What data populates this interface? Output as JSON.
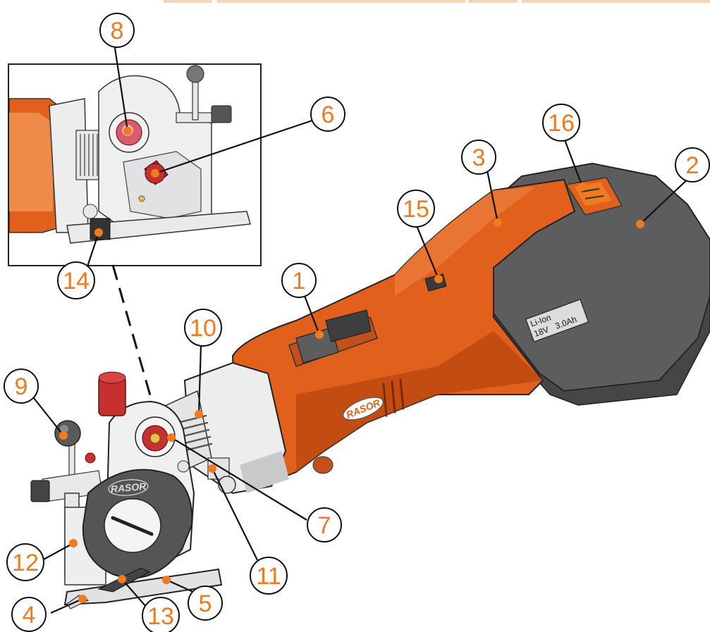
{
  "colors": {
    "accent": "#f07a1e",
    "body_orange": "#e0601c",
    "body_orange_dark": "#b8460e",
    "battery_grey": "#5d5d5f",
    "battery_grey_dark": "#464648",
    "metal": "#e6e6e8",
    "metal_dark": "#a9a9ad",
    "knob_red": "#c8302f",
    "top_band": "#f8d6b4"
  },
  "brand": {
    "body_logo": "RASOR",
    "blade_logo": "RASOR"
  },
  "battery_label": {
    "line1": "Li-Ion",
    "line2": "18V",
    "line3": "3.0Ah"
  },
  "callouts": [
    {
      "number": "1"
    },
    {
      "number": "2"
    },
    {
      "number": "3"
    },
    {
      "number": "4"
    },
    {
      "number": "5"
    },
    {
      "number": "6"
    },
    {
      "number": "7"
    },
    {
      "number": "8"
    },
    {
      "number": "9"
    },
    {
      "number": "10"
    },
    {
      "number": "11"
    },
    {
      "number": "12"
    },
    {
      "number": "13"
    },
    {
      "number": "14"
    },
    {
      "number": "15"
    },
    {
      "number": "16"
    }
  ]
}
